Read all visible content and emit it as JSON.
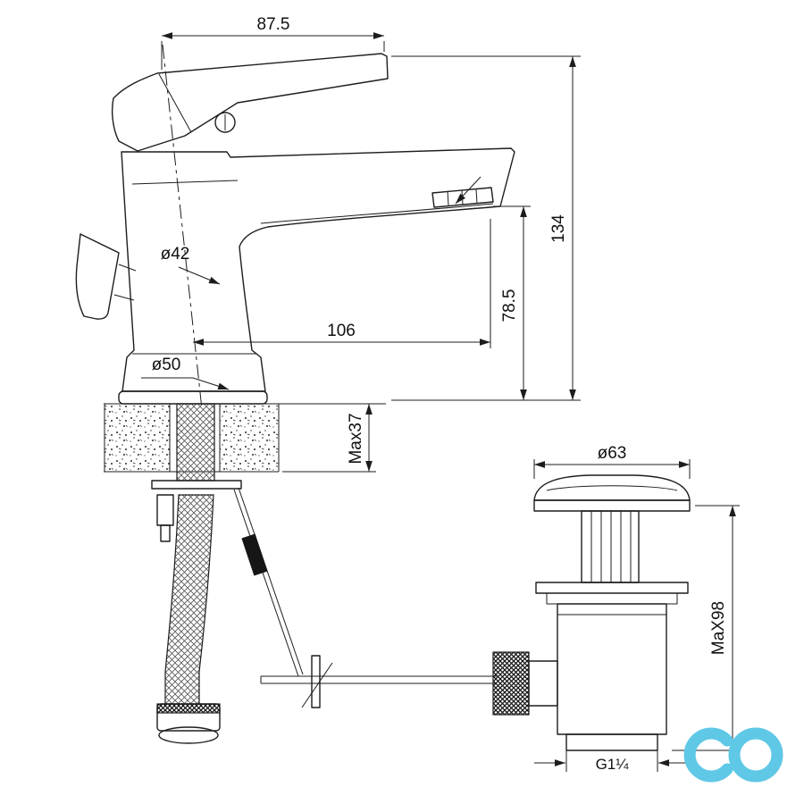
{
  "drawing": {
    "title": "basin-mixer-technical-drawing",
    "dims": {
      "handle_length": "87.5",
      "total_height": "134",
      "spout_height": "78.5",
      "spout_reach": "106",
      "body_diameter": "ø42",
      "base_diameter": "ø50",
      "deck_max": "Max37",
      "cap_diameter": "ø63",
      "drain_max_height": "MaX98",
      "thread": "G1¼"
    }
  },
  "colors": {
    "accent": "#5fc8e6",
    "line": "#1d1d1d"
  }
}
